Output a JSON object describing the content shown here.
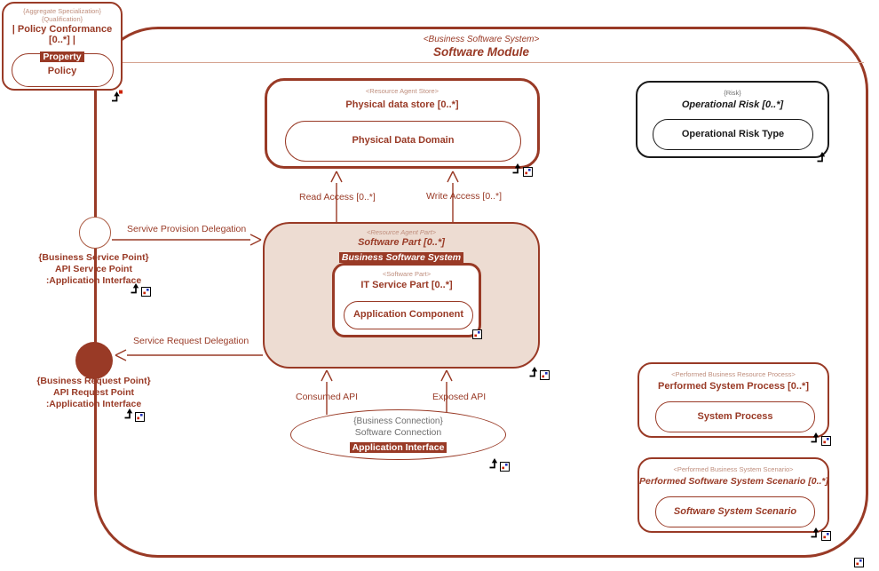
{
  "colors": {
    "brick": "#993a26",
    "light_stereotype": "#bf8e7d",
    "part_fill": "#eddcd2",
    "gray_text": "#6e6e6e",
    "risk_border": "#1a1a1a"
  },
  "container": {
    "stereotype": "<Business Software System>",
    "name": "Software Module"
  },
  "policy": {
    "stereo1": "{Aggregate Specialization}",
    "stereo2": "{Qualification}",
    "name": "| Policy Conformance [0..*] |",
    "badge": "Property",
    "item": "Policy"
  },
  "store": {
    "stereotype": "<Resource Agent Store>",
    "name": "Physical data store [0..*]",
    "item": "Physical Data Domain"
  },
  "risk": {
    "stereotype": "{Risk}",
    "name": "Operational Risk [0..*]",
    "item": "Operational Risk Type"
  },
  "software_part": {
    "stereotype": "<Resource Agent Part>",
    "name": "Software Part [0..*]",
    "badge": "Business Software System"
  },
  "it_part": {
    "stereotype": "<Software Part>",
    "name": "IT Service Part [0..*]",
    "item": "Application Component"
  },
  "service_point": {
    "stereotype": "{Business Service Point}",
    "name": "API Service Point",
    "type": ":Application Interface"
  },
  "request_point": {
    "stereotype": "{Business Request Point}",
    "name": "API Request Point",
    "type": ":Application Interface"
  },
  "connection": {
    "stereotype": "{Business Connection}",
    "name": "Software Connection",
    "badge": "Application Interface"
  },
  "process": {
    "stereotype": "<Performed Business Resource Process>",
    "name": "Performed System Process [0..*]",
    "item": "System Process"
  },
  "scenario": {
    "stereotype": "<Performed Business System Scenario>",
    "name": "Performed Software System Scenario [0..*]",
    "item": "Software System Scenario"
  },
  "links": {
    "read": "Read Access [0..*]",
    "write": "Write Access [0..*]",
    "provision": "Servive Provision Delegation",
    "request": "Service Request Delegation",
    "consumed": "Consumed API",
    "exposed": "Exposed API"
  },
  "icons": {
    "jump_arrow": "black bent arrow pointing up",
    "detail_marker": "small square with blue and red dots",
    "annotation_marker": "bent arrow with red badge"
  }
}
